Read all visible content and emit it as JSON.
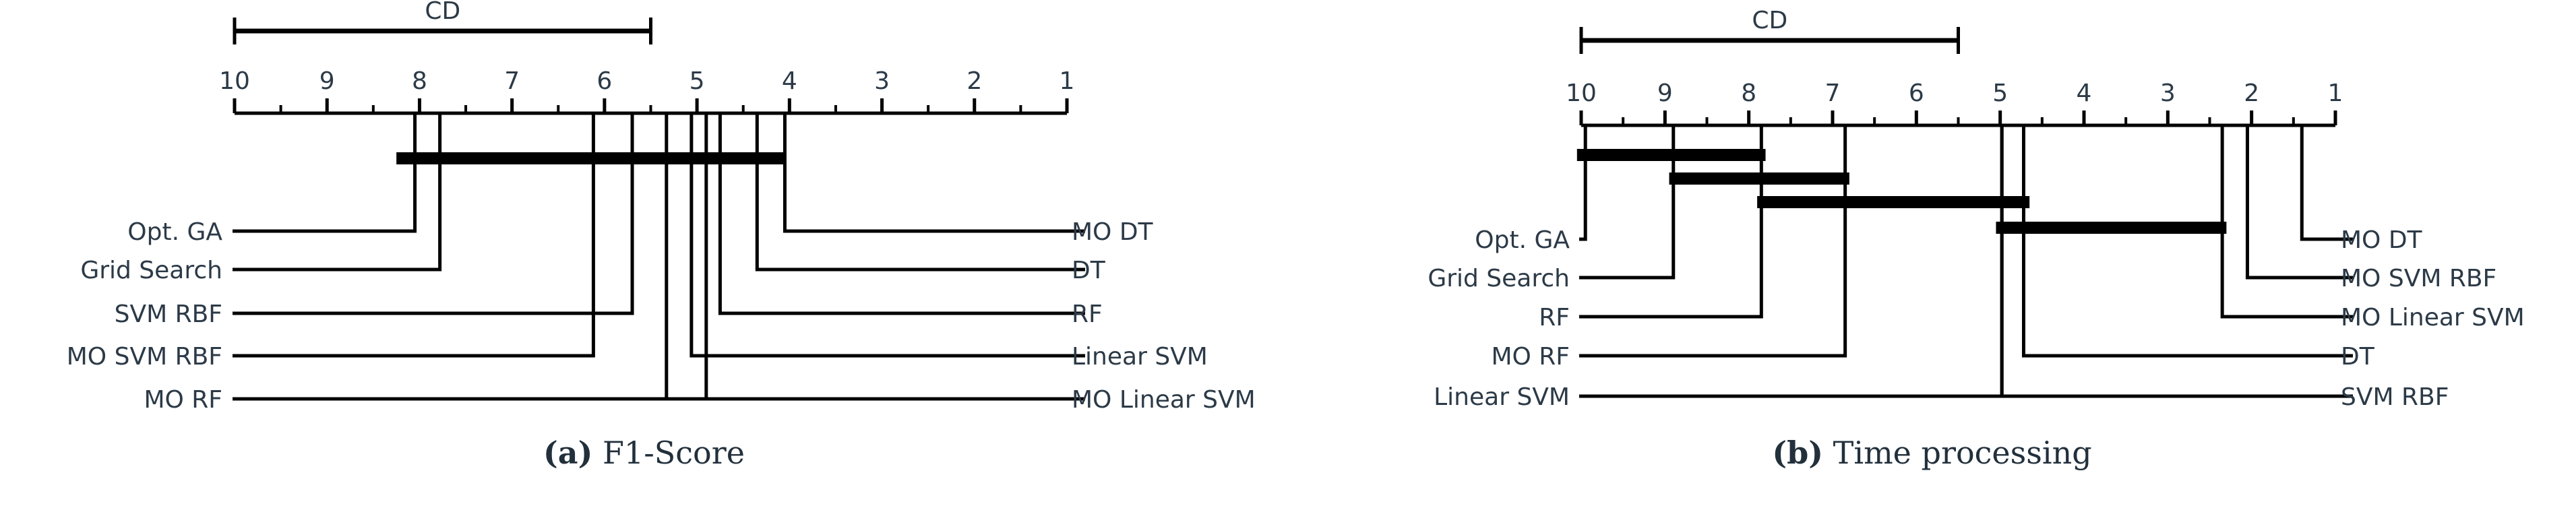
{
  "figure": {
    "type": "critical-difference-diagram-pair",
    "background": "#ffffff",
    "line_color": "#000000",
    "text_color": "#2c3a47"
  },
  "panels": [
    {
      "id": "a",
      "caption_letter": "(a)",
      "caption_text": "F1-Score",
      "cd_label": "CD",
      "axis": {
        "ticks": [
          "10",
          "9",
          "8",
          "7",
          "6",
          "5",
          "4",
          "3",
          "2",
          "1"
        ],
        "min_rank": 1,
        "max_rank": 10,
        "minor_ticks": true
      },
      "cd_span": {
        "from_rank": 10.0,
        "to_rank": 5.5
      },
      "left_labels": [
        "Opt. GA",
        "Grid Search",
        "SVM RBF",
        "MO SVM RBF",
        "MO RF"
      ],
      "right_labels": [
        "MO DT",
        "DT",
        "RF",
        "Linear SVM",
        "MO Linear SVM"
      ],
      "ranks": [
        {
          "method": "Opt. GA",
          "rank": 8.05,
          "side": "left",
          "row": 0
        },
        {
          "method": "Grid Search",
          "rank": 7.78,
          "side": "left",
          "row": 1
        },
        {
          "method": "SVM RBF",
          "rank": 5.7,
          "side": "left",
          "row": 2
        },
        {
          "method": "MO SVM RBF",
          "rank": 6.12,
          "side": "left",
          "row": 3
        },
        {
          "method": "MO RF",
          "rank": 4.9,
          "side": "left",
          "row": 4
        },
        {
          "method": "MO DT",
          "rank": 4.05,
          "side": "right",
          "row": 0
        },
        {
          "method": "DT",
          "rank": 4.35,
          "side": "right",
          "row": 1
        },
        {
          "method": "RF",
          "rank": 4.75,
          "side": "right",
          "row": 2
        },
        {
          "method": "Linear SVM",
          "rank": 5.06,
          "side": "right",
          "row": 3
        },
        {
          "method": "MO Linear SVM",
          "rank": 5.33,
          "side": "right",
          "row": 4
        }
      ],
      "cliques": [
        {
          "from_rank": 8.25,
          "to_rank": 4.05
        }
      ]
    },
    {
      "id": "b",
      "caption_letter": "(b)",
      "caption_text": "Time processing",
      "cd_label": "CD",
      "axis": {
        "ticks": [
          "10",
          "9",
          "8",
          "7",
          "6",
          "5",
          "4",
          "3",
          "2",
          "1"
        ],
        "min_rank": 1,
        "max_rank": 10,
        "minor_ticks": true
      },
      "cd_span": {
        "from_rank": 10.0,
        "to_rank": 5.5
      },
      "left_labels": [
        "Opt. GA",
        "Grid Search",
        "RF",
        "MO RF",
        "Linear SVM"
      ],
      "right_labels": [
        "MO DT",
        "MO SVM RBF",
        "MO Linear SVM",
        "DT",
        "SVM RBF"
      ],
      "ranks": [
        {
          "method": "Opt. GA",
          "rank": 9.95,
          "side": "left",
          "row": 0
        },
        {
          "method": "Grid Search",
          "rank": 8.9,
          "side": "left",
          "row": 1
        },
        {
          "method": "RF",
          "rank": 7.85,
          "side": "left",
          "row": 2
        },
        {
          "method": "MO RF",
          "rank": 6.85,
          "side": "left",
          "row": 3
        },
        {
          "method": "Linear SVM",
          "rank": 4.98,
          "side": "left",
          "row": 4
        },
        {
          "method": "MO DT",
          "rank": 1.4,
          "side": "right",
          "row": 0
        },
        {
          "method": "MO SVM RBF",
          "rank": 2.05,
          "side": "right",
          "row": 1
        },
        {
          "method": "MO Linear SVM",
          "rank": 2.35,
          "side": "right",
          "row": 2
        },
        {
          "method": "DT",
          "rank": 4.72,
          "side": "right",
          "row": 3
        },
        {
          "method": "SVM RBF",
          "rank": 4.98,
          "side": "right",
          "row": 4
        }
      ],
      "cliques": [
        {
          "from_rank": 10.05,
          "to_rank": 7.8
        },
        {
          "from_rank": 8.95,
          "to_rank": 6.8
        },
        {
          "from_rank": 7.9,
          "to_rank": 4.65
        },
        {
          "from_rank": 5.05,
          "to_rank": 2.3
        }
      ]
    }
  ]
}
